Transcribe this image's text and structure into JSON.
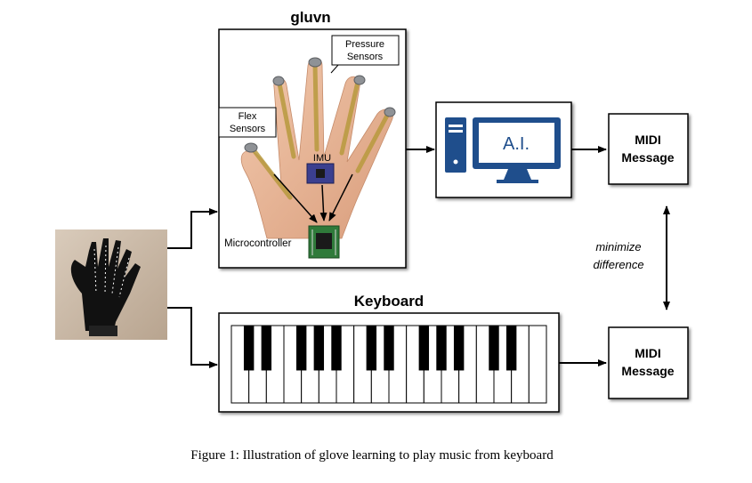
{
  "gluvn_box": {
    "title": "gluvn"
  },
  "hand_labels": {
    "pressure_line1": "Pressure",
    "pressure_line2": "Sensors",
    "flex_line1": "Flex",
    "flex_line2": "Sensors",
    "imu": "IMU",
    "microcontroller": "Microcontroller"
  },
  "ai_box": {
    "label": "A.I."
  },
  "midi_top": {
    "line1": "MIDI",
    "line2": "Message"
  },
  "midi_bottom": {
    "line1": "MIDI",
    "line2": "Message"
  },
  "minimize": {
    "line1": "minimize",
    "line2": "difference"
  },
  "keyboard": {
    "title": "Keyboard",
    "white_keys": 18
  },
  "caption": "Figure 1: Illustration of glove learning to play music from keyboard",
  "colors": {
    "ai_blue": "#1f4e8c",
    "skin": "#e8b79a",
    "glove_bg": "#c9b8a6",
    "chip_green": "#2f7a3a"
  }
}
